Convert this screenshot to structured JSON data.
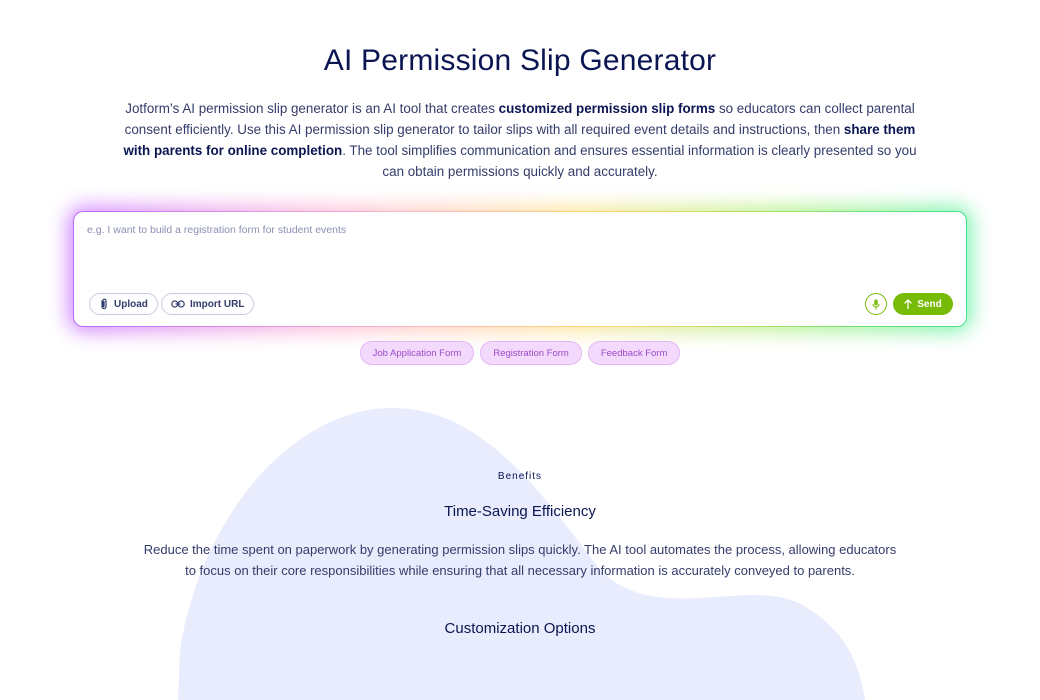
{
  "page": {
    "title": "AI Permission Slip Generator",
    "description": {
      "p1": "Jotform’s AI permission slip generator is an AI tool that creates ",
      "b1": "customized permission slip forms",
      "p2": " so educators can collect parental consent efficiently. Use this AI permission slip generator to tailor slips with all required event details and instructions, then ",
      "b2": "share them with parents for online completion",
      "p3": ". The tool simplifies communication and ensures essential information is clearly presented so you can obtain permissions quickly and accurately."
    }
  },
  "prompt": {
    "placeholder": "e.g. I want to build a registration form for student events",
    "upload_label": "Upload",
    "import_label": "Import URL",
    "send_label": "Send",
    "accent_color": "#78bb07"
  },
  "suggestions": [
    "Job Application Form",
    "Registration Form",
    "Feedback Form"
  ],
  "benefits": {
    "label": "Benefits",
    "items": [
      {
        "title": "Time-Saving Efficiency",
        "text": "Reduce the time spent on paperwork by generating permission slips quickly. The AI tool automates the process, allowing educators to focus on their core responsibilities while ensuring that all necessary information is accurately conveyed to parents."
      },
      {
        "title": "Customization Options"
      }
    ]
  },
  "icons": [
    "paperclip-icon",
    "link-icon",
    "mic-icon",
    "arrow-up-icon"
  ]
}
